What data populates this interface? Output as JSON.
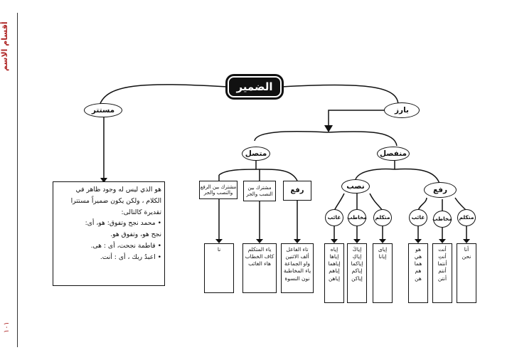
{
  "margin": {
    "section_title": "أقسام الاسم",
    "page_number": "١٠١"
  },
  "diagram": {
    "root": "الضمير",
    "hidden": {
      "label": "مستتر",
      "description": [
        "هو الذي ليس له وجود ظاهر في",
        "الكلام ، ولكن يكون ضميراً مستترا",
        "تقديرة كالتالى:",
        "• محمد نجح وتفوق: هو، أى:",
        "نجح هو، وتفوق هو.",
        "• فاطمة نجحت، أى : هى.",
        "• اعبدُ ربك ، أى : أنت."
      ]
    },
    "visible": {
      "label": "بارز",
      "connected": {
        "label": "متصل",
        "groups": [
          {
            "label": "رفع",
            "items": [
              "تاء الفاعل",
              "ألف الاثنين",
              "واو الجماعة",
              "ياء المخاطبة",
              "نون النسوة"
            ]
          },
          {
            "label": "مشترك بين النصب والجر",
            "items": [
              "ياء المتكلم",
              "كاف الخطاب",
              "هاء الغائب"
            ]
          },
          {
            "label": "مشترك بين الرفع والنصب والجر",
            "items": [
              "نا"
            ]
          }
        ]
      },
      "separate": {
        "label": "منفصل",
        "raf": {
          "label": "رفع",
          "persons": [
            {
              "label": "متكلم",
              "items": [
                "أنا",
                "نحن"
              ]
            },
            {
              "label": "مخاطب",
              "items": [
                "أنت",
                "أنتِ",
                "أنتما",
                "أنتم",
                "أنتن"
              ]
            },
            {
              "label": "غائب",
              "items": [
                "هو",
                "هي",
                "هما",
                "هم",
                "هن"
              ]
            }
          ]
        },
        "nasb": {
          "label": "نصب",
          "persons": [
            {
              "label": "متكلم",
              "items": [
                "إياى",
                "إيانا"
              ]
            },
            {
              "label": "مخاطب",
              "items": [
                "إياكَ",
                "إياكِ",
                "إياكما",
                "إياكم",
                "إياكن"
              ]
            },
            {
              "label": "غائب",
              "items": [
                "إياه",
                "إياها",
                "إياهما",
                "إياهم",
                "إياهن"
              ]
            }
          ]
        }
      }
    }
  }
}
